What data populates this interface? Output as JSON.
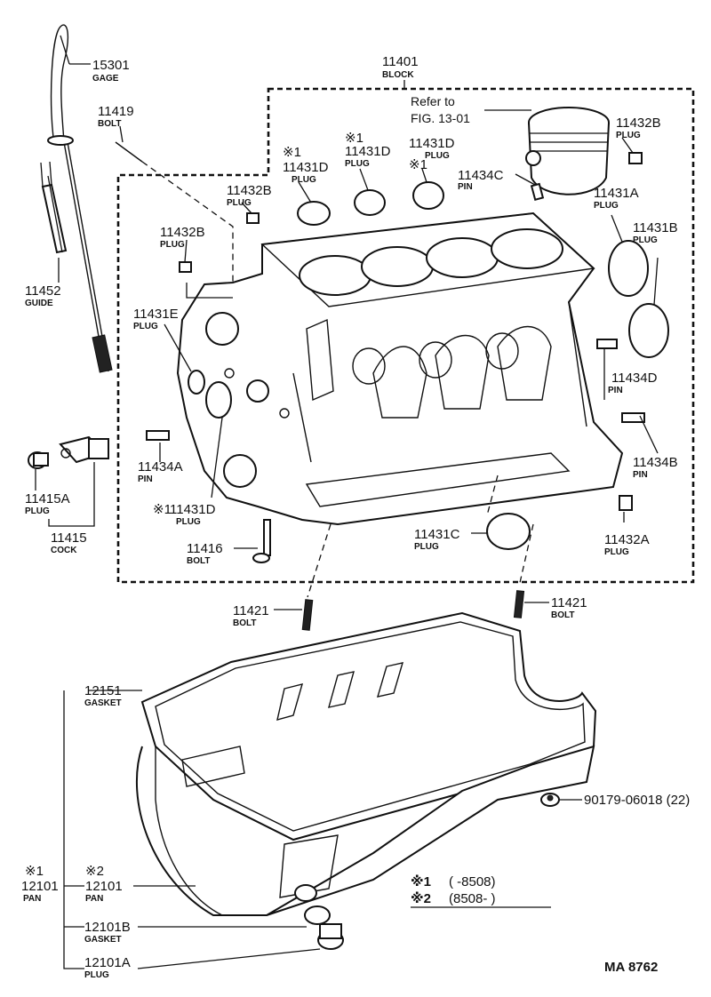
{
  "diagram": {
    "figure_code": "MA 8762",
    "reference_note": {
      "line1": "Refer to",
      "line2": "FIG. 13-01"
    },
    "legend": [
      {
        "mark": "※1",
        "text": "(       -8508)"
      },
      {
        "mark": "※2",
        "text": "(8508-        )"
      }
    ],
    "callouts": {
      "c15301": {
        "part_no": "15301",
        "name": "GAGE"
      },
      "c11401": {
        "part_no": "11401",
        "name": "BLOCK"
      },
      "c11419": {
        "part_no": "11419",
        "name": "BOLT"
      },
      "c11432b_1": {
        "part_no": "11432B",
        "name": "PLUG"
      },
      "c11432b_2": {
        "part_no": "11432B",
        "name": "PLUG"
      },
      "c11432b_3": {
        "part_no": "11432B",
        "name": "PLUG"
      },
      "c11431d_1": {
        "mark": "※1",
        "part_no": "11431D",
        "name": "PLUG"
      },
      "c11431d_2": {
        "mark": "※1",
        "part_no": "11431D",
        "name": "PLUG"
      },
      "c11431d_3": {
        "mark": "※1",
        "part_no": "11431D",
        "name": "PLUG"
      },
      "c11431d_4": {
        "mark": "※1",
        "part_no": "11431D",
        "name": "PLUG"
      },
      "c11434c": {
        "part_no": "11434C",
        "name": "PIN"
      },
      "c11431a": {
        "part_no": "11431A",
        "name": "PLUG"
      },
      "c11431b": {
        "part_no": "11431B",
        "name": "PLUG"
      },
      "c11452": {
        "part_no": "11452",
        "name": "GUIDE"
      },
      "c11431e": {
        "part_no": "11431E",
        "name": "PLUG"
      },
      "c11434d": {
        "part_no": "11434D",
        "name": "PIN"
      },
      "c11434a": {
        "part_no": "11434A",
        "name": "PIN"
      },
      "c11434b": {
        "part_no": "11434B",
        "name": "PIN"
      },
      "c11415a": {
        "part_no": "11415A",
        "name": "PLUG"
      },
      "c11415": {
        "part_no": "11415",
        "name": "COCK"
      },
      "c11431c": {
        "part_no": "11431C",
        "name": "PLUG"
      },
      "c11432a": {
        "part_no": "11432A",
        "name": "PLUG"
      },
      "c11416": {
        "part_no": "11416",
        "name": "BOLT"
      },
      "c11421_l": {
        "part_no": "11421",
        "name": "BOLT"
      },
      "c11421_r": {
        "part_no": "11421",
        "name": "BOLT"
      },
      "c12151": {
        "part_no": "12151",
        "name": "GASKET"
      },
      "c90179": {
        "part_no": "90179-06018 (22)"
      },
      "c12101_1": {
        "mark": "※1",
        "part_no": "12101",
        "name": "PAN"
      },
      "c12101_2": {
        "mark": "※2",
        "part_no": "12101",
        "name": "PAN"
      },
      "c12101b": {
        "part_no": "12101B",
        "name": "GASKET"
      },
      "c12101a": {
        "part_no": "12101A",
        "name": "PLUG"
      }
    }
  }
}
